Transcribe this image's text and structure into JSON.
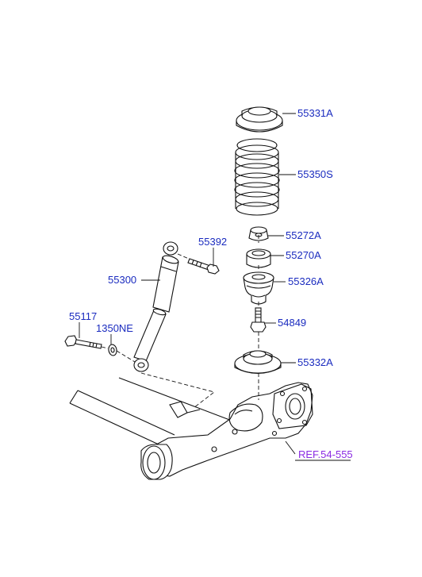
{
  "parts": {
    "upper_spring_pad": "55331A",
    "coil_spring": "55350S",
    "bumper_cap": "55272A",
    "upper_mount": "55270A",
    "bump_stopper": "55326A",
    "mount_bolt": "54849",
    "lower_spring_pad": "55332A",
    "upper_bolt": "55392",
    "shock_absorber": "55300",
    "lower_bolt": "55117",
    "washer": "1350NE"
  },
  "reference": {
    "label": "REF.54-555"
  },
  "colors": {
    "part_label": "#1a2bbf",
    "reference_label": "#8a2be2",
    "line": "#111111"
  }
}
